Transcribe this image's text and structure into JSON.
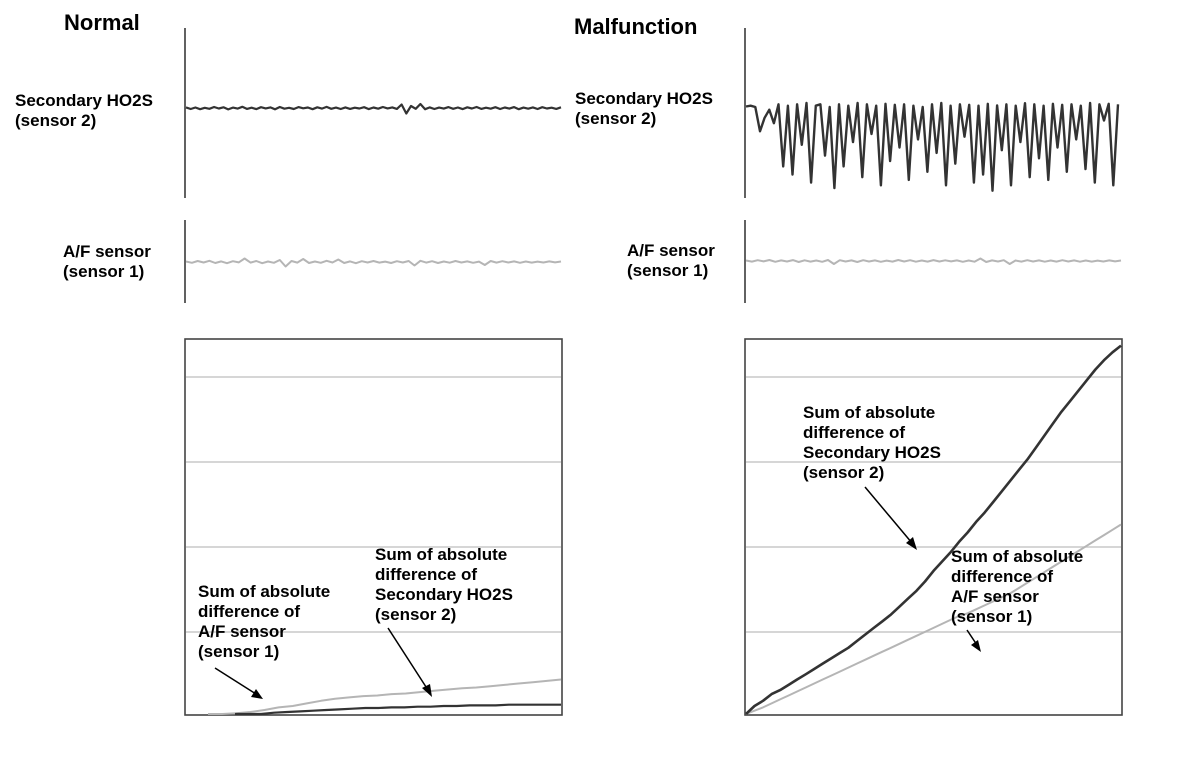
{
  "panels": {
    "normal": {
      "title": "Normal",
      "hoss_label": [
        "Secondary HO2S",
        "(sensor 2)"
      ],
      "af_label": [
        "A/F sensor",
        "(sensor 1)"
      ],
      "sum_hoss_label": [
        "Sum of absolute",
        "difference of",
        "Secondary HO2S",
        "(sensor 2)"
      ],
      "sum_af_label": [
        "Sum of absolute",
        "difference of",
        "A/F sensor",
        "(sensor 1)"
      ]
    },
    "malfunction": {
      "title": "Malfunction",
      "hoss_label": [
        "Secondary HO2S",
        "(sensor 2)"
      ],
      "af_label": [
        "A/F sensor",
        "(sensor 1)"
      ],
      "sum_hoss_label": [
        "Sum of absolute",
        "difference of",
        "Secondary HO2S",
        "(sensor 2)"
      ],
      "sum_af_label": [
        "Sum of absolute",
        "difference of",
        "A/F sensor",
        "(sensor 1)"
      ]
    }
  },
  "colors": {
    "secondary_ho2s": "#333333",
    "af_sensor": "#b5b5b5",
    "grid": "#c9c9c9"
  },
  "signals": {
    "normal_ho2s": [
      0.06,
      -0.1,
      0.05,
      -0.12,
      0.02,
      -0.08,
      0.1,
      -0.05,
      0.07,
      -0.14,
      0.04,
      -0.06,
      0.12,
      -0.09,
      0.03,
      -0.11,
      0.08,
      -0.04,
      0.06,
      -0.13,
      0.1,
      -0.07,
      0.02,
      -0.1,
      0.09,
      -0.03,
      0.05,
      -0.12,
      0.07,
      -0.06,
      0.11,
      -0.08,
      0.04,
      -0.1,
      0.06,
      -0.09,
      0.03,
      -0.05,
      0.08,
      -0.11,
      0.05,
      -0.07,
      0.1,
      -0.04,
      0.06,
      -0.09,
      0.35,
      -0.55,
      0.2,
      -0.08,
      0.4,
      -0.12,
      0.06,
      -0.1,
      0.04,
      -0.06,
      0.09,
      -0.08,
      0.05,
      -0.11,
      0.07,
      -0.05,
      0.1,
      -0.09,
      0.03,
      -0.07,
      0.08,
      -0.1,
      0.05,
      -0.06,
      0.09,
      -0.12,
      0.04,
      -0.07,
      0.06,
      -0.1,
      0.08,
      -0.05,
      0.03,
      -0.09,
      0.07
    ],
    "normal_af": [
      0.05,
      -0.08,
      0.1,
      -0.05,
      0.12,
      -0.1,
      0.06,
      -0.12,
      0.08,
      -0.04,
      0.35,
      -0.06,
      0.1,
      -0.12,
      0.05,
      -0.08,
      0.2,
      -0.45,
      0.1,
      -0.06,
      0.3,
      -0.1,
      0.05,
      -0.08,
      0.12,
      -0.05,
      0.25,
      -0.1,
      0.06,
      -0.12,
      0.08,
      -0.05,
      0.1,
      -0.06,
      0.04,
      -0.1,
      0.08,
      -0.05,
      0.1,
      -0.35,
      0.12,
      -0.06,
      0.08,
      -0.1,
      0.05,
      -0.07,
      0.1,
      -0.05,
      0.06,
      -0.08,
      0.04,
      -0.3,
      0.1,
      -0.06,
      0.08,
      -0.05,
      0.06,
      -0.08,
      0.05,
      -0.06,
      0.04,
      -0.05,
      0.06,
      -0.04,
      0.05
    ],
    "malfunction_ho2s": [
      0.02,
      0.05,
      0.0,
      -0.9,
      -0.4,
      -0.1,
      -0.6,
      0.1,
      -2.2,
      0.05,
      -2.5,
      0.1,
      -1.4,
      0.15,
      -2.8,
      0.05,
      0.1,
      -1.8,
      0.0,
      -3.0,
      0.1,
      -2.2,
      0.05,
      -1.3,
      0.15,
      -2.6,
      0.1,
      -1.0,
      0.05,
      -2.9,
      0.12,
      -2.0,
      0.08,
      -1.5,
      0.1,
      -2.7,
      0.05,
      -1.2,
      0.0,
      -2.4,
      0.1,
      -1.7,
      0.15,
      -2.9,
      0.05,
      -2.1,
      0.1,
      -1.1,
      0.08,
      -2.8,
      0.05,
      -2.5,
      0.12,
      -3.1,
      0.06,
      -1.6,
      0.1,
      -2.9,
      0.05,
      -1.3,
      0.14,
      -2.6,
      0.1,
      -1.9,
      0.05,
      -2.7,
      0.12,
      -1.5,
      0.08,
      -2.4,
      0.1,
      -1.2,
      0.05,
      -2.3,
      0.15,
      -2.8,
      0.1,
      -0.5,
      0.12,
      -2.9,
      0.1
    ],
    "malfunction_af": [
      0.05,
      -0.06,
      0.08,
      -0.04,
      0.1,
      -0.08,
      0.06,
      -0.05,
      0.09,
      -0.1,
      0.07,
      -0.06,
      0.05,
      -0.08,
      0.1,
      -0.3,
      0.08,
      -0.05,
      0.06,
      -0.1,
      0.08,
      -0.05,
      0.06,
      -0.08,
      0.04,
      -0.06,
      0.1,
      -0.05,
      0.08,
      -0.07,
      0.05,
      -0.06,
      0.09,
      -0.05,
      0.07,
      -0.04,
      0.06,
      -0.08,
      0.05,
      -0.07,
      0.25,
      -0.1,
      0.06,
      -0.05,
      0.08,
      -0.3,
      0.05,
      -0.06,
      0.08,
      -0.05,
      0.06,
      -0.07,
      0.05,
      -0.06,
      0.08,
      -0.05,
      0.06,
      -0.07,
      0.05,
      -0.06,
      0.04,
      -0.05,
      0.06,
      -0.04,
      0.05
    ]
  },
  "cumulative": {
    "normal_af": [
      0.0,
      0.0,
      0.01,
      0.03,
      0.06,
      0.1,
      0.12,
      0.16,
      0.2,
      0.23,
      0.25,
      0.27,
      0.28,
      0.3,
      0.31,
      0.33,
      0.35,
      0.37,
      0.39,
      0.4,
      0.42,
      0.44,
      0.46,
      0.48,
      0.5,
      0.52
    ],
    "normal_ho2s": [
      0.0,
      0.0,
      0.0,
      0.02,
      0.03,
      0.04,
      0.05,
      0.06,
      0.07,
      0.08,
      0.09,
      0.09,
      0.1,
      0.1,
      0.11,
      0.11,
      0.12,
      0.12,
      0.13,
      0.13,
      0.13,
      0.14,
      0.14,
      0.14,
      0.14,
      0.14
    ],
    "malfunction_ho2s": [
      0.0,
      0.12,
      0.2,
      0.3,
      0.36,
      0.44,
      0.52,
      0.6,
      0.68,
      0.76,
      0.84,
      0.92,
      1.0,
      1.1,
      1.2,
      1.3,
      1.4,
      1.5,
      1.62,
      1.74,
      1.86,
      2.0,
      2.16,
      2.3,
      2.44,
      2.6,
      2.74,
      2.9,
      3.04,
      3.2,
      3.36,
      3.52,
      3.68,
      3.84,
      4.02,
      4.2,
      4.38,
      4.56,
      4.72,
      4.88,
      5.04,
      5.2,
      5.34,
      5.46,
      5.56
    ],
    "malfunction_af": [
      0.0,
      0.05,
      0.1,
      0.16,
      0.22,
      0.28,
      0.34,
      0.4,
      0.46,
      0.52,
      0.58,
      0.64,
      0.7,
      0.76,
      0.82,
      0.88,
      0.94,
      1.0,
      1.06,
      1.12,
      1.18,
      1.24,
      1.3,
      1.36,
      1.42,
      1.48,
      1.52,
      1.58,
      1.64,
      1.7,
      1.76,
      1.82,
      1.9,
      1.98,
      2.06,
      2.14,
      2.22,
      2.3,
      2.38,
      2.46,
      2.54,
      2.62,
      2.7,
      2.78,
      2.86
    ]
  }
}
